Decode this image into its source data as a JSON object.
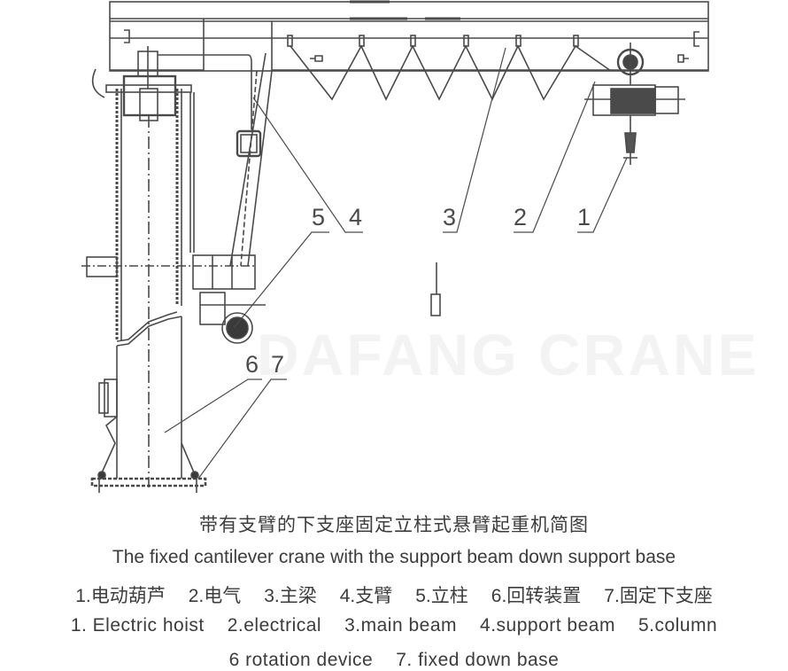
{
  "diagram": {
    "title_zh": "带有支臂的下支座固定立柱式悬臂起重机简图",
    "title_en": "The fixed cantilever crane with the support beam down support base",
    "watermark": "DAFANG CRANE",
    "callouts": [
      "1",
      "2",
      "3",
      "4",
      "5",
      "6",
      "7"
    ],
    "line_color": "#4a4a4a",
    "background": "#ffffff"
  },
  "legend": {
    "zh": [
      "1.电动葫芦",
      "2.电气",
      "3.主梁",
      "4.支臂",
      "5.立柱",
      "6.回转装置",
      "7.固定下支座"
    ],
    "en_row1": [
      "1. Electric hoist",
      "2.electrical",
      "3.main beam",
      "4.support beam",
      "5.column"
    ],
    "en_row2": [
      "6 rotation device",
      "7. fixed down base"
    ]
  }
}
